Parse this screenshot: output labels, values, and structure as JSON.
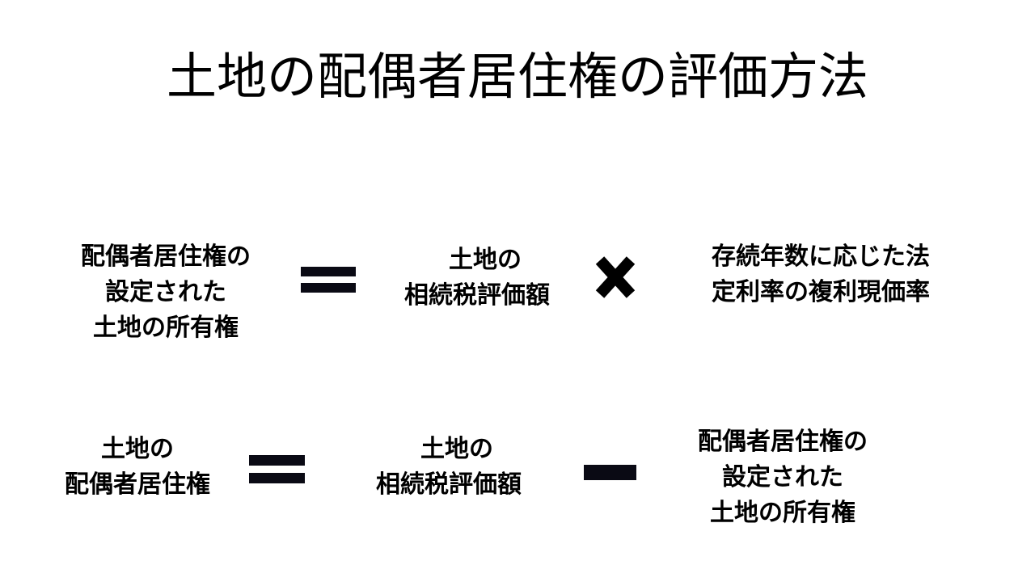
{
  "title": "土地の配偶者居住権の評価方法",
  "formula1": {
    "left": [
      "配偶者居住権の",
      "設定された",
      "土地の所有権"
    ],
    "operator1": "equals",
    "middle": [
      "土地の",
      "相続税評価額"
    ],
    "operator2": "multiply",
    "right": [
      "存続年数に応じた法",
      "定利率の複利現価率"
    ]
  },
  "formula2": {
    "left": [
      "土地の",
      "配偶者居住権"
    ],
    "operator1": "equals",
    "middle": [
      "土地の",
      "相続税評価額"
    ],
    "operator2": "minus",
    "right": [
      "配偶者居住権の",
      "設定された",
      "土地の所有権"
    ]
  }
}
